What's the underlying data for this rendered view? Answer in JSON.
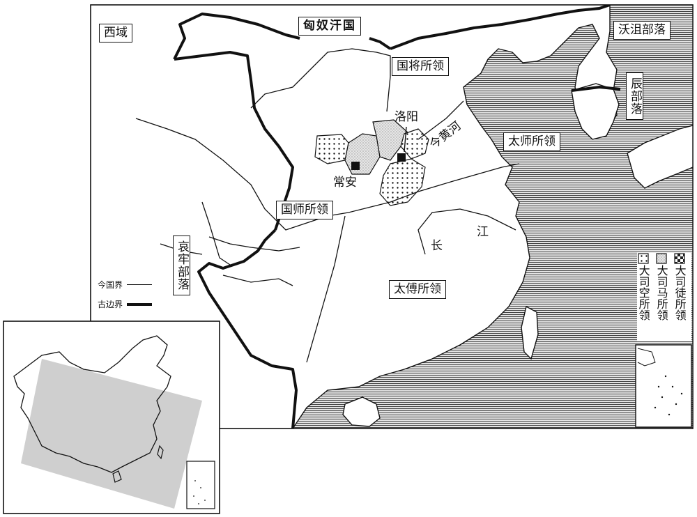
{
  "labels": {
    "xiyu": "西域",
    "xiongnu": "匈奴汗国",
    "guojiang": "国将所领",
    "luoyang": "洛阳",
    "changan": "常安",
    "taishi": "太师所领",
    "guoshi": "国师所领",
    "taifu": "太傅所领",
    "woju": "沃沮部落",
    "chen": "辰部落",
    "ailao": "哀牢部落"
  },
  "rivers": {
    "huanghe": "今黄河",
    "changjiang_chang": "长",
    "changjiang_jiang": "江"
  },
  "legend": {
    "modern": "今国界",
    "ancient": "古边界"
  },
  "key": {
    "situ": "大司徒所领",
    "sima": "大司马所领",
    "sikong": "大司空所领"
  },
  "colors": {
    "ink": "#111111",
    "sea_hatch": "#444444",
    "inset_shade": "#cfcfcf"
  }
}
